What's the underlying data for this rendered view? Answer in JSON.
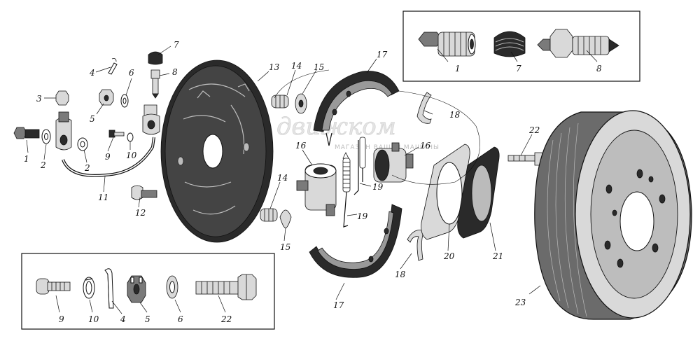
{
  "watermark": {
    "logo_text": "движком",
    "tagline": "МАГАЗИН ВАШЕЙ МАШИНЫ"
  },
  "labels": {
    "l1a": "1",
    "l1b": "1",
    "l2a": "2",
    "l2b": "2",
    "l3": "3",
    "l4a": "4",
    "l4b": "4",
    "l5a": "5",
    "l5b": "5",
    "l6a": "6",
    "l6b": "6",
    "l7a": "7",
    "l7b": "7",
    "l8a": "8",
    "l8b": "8",
    "l9a": "9",
    "l9b": "9",
    "l10a": "10",
    "l10b": "10",
    "l11": "11",
    "l12": "12",
    "l13": "13",
    "l14a": "14",
    "l14b": "14",
    "l15a": "15",
    "l15b": "15",
    "l16a": "16",
    "l16b": "16",
    "l17a": "17",
    "l17b": "17",
    "l18a": "18",
    "l18b": "18",
    "l19a": "19",
    "l19b": "19",
    "l20": "20",
    "l21": "21",
    "l22a": "22",
    "l22b": "22",
    "l23": "23"
  }
}
